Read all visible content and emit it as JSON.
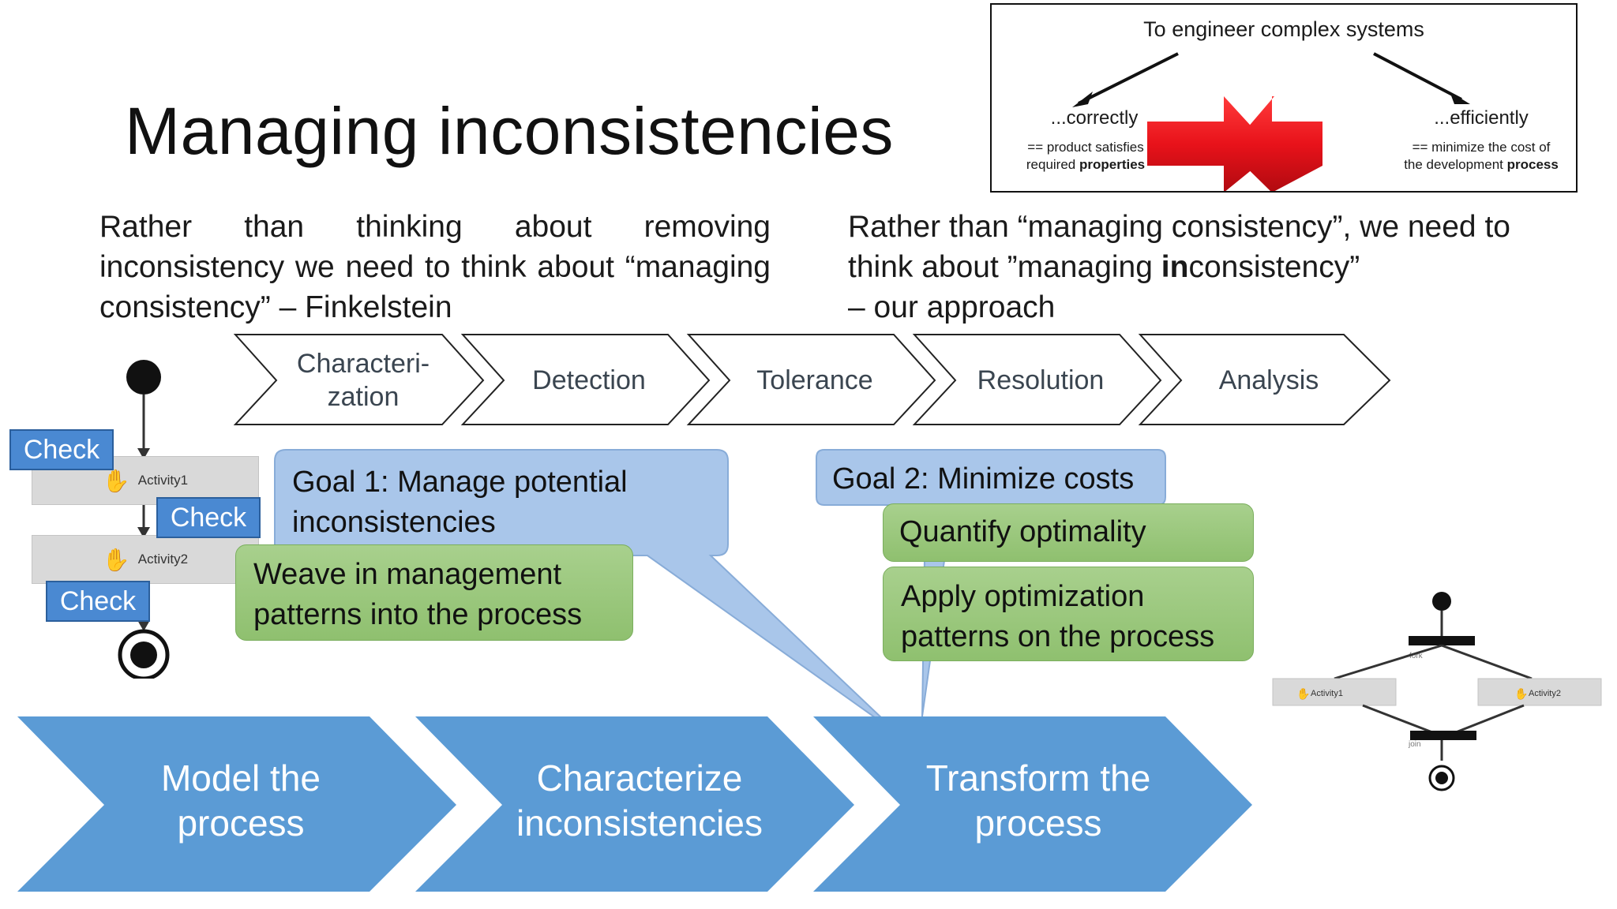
{
  "title": "Managing inconsistencies",
  "top_box": {
    "heading": "To engineer complex systems",
    "left_label": "...correctly",
    "left_sub_line1": "== product satisfies",
    "left_sub_line2_plain": "required ",
    "left_sub_line2_bold": "properties",
    "right_label": "...efficiently",
    "right_sub_line1": "== minimize the cost of",
    "right_sub_line2_plain": "the development ",
    "right_sub_line2_bold": "process"
  },
  "para_left": "Rather than thinking about removing inconsistency we need to think about “managing consistency” – Finkelstein",
  "para_right": {
    "part1": "Rather than “managing consistency”, we need to think about ”managing ",
    "bold": "in",
    "part2": "consistency”",
    "line3": "– our approach"
  },
  "stages": [
    "Characteri-\nzation",
    "Detection",
    "Tolerance",
    "Resolution",
    "Analysis"
  ],
  "left_diagram": {
    "check_label": "Check",
    "activity1": "Activity1",
    "activity2": "Activity2"
  },
  "goal1": "Goal 1: Manage potential inconsistencies",
  "weave": "Weave in management patterns into the process",
  "goal2": "Goal 2: Minimize costs",
  "quantify": "Quantify optimality",
  "apply": "Apply optimization patterns on the process",
  "right_diagram": {
    "fork": "fork",
    "join": "join",
    "activity1": "Activity1",
    "activity2": "Activity2"
  },
  "steps": [
    "Model the process",
    "Characterize inconsistencies",
    "Transform the process"
  ],
  "colors": {
    "blue_chevron": "#5b9bd5",
    "callout_blue": "#a9c6ea",
    "green": "#9bc97c",
    "red_arrow": "#e8121a",
    "check_blue": "#4a89d2"
  }
}
